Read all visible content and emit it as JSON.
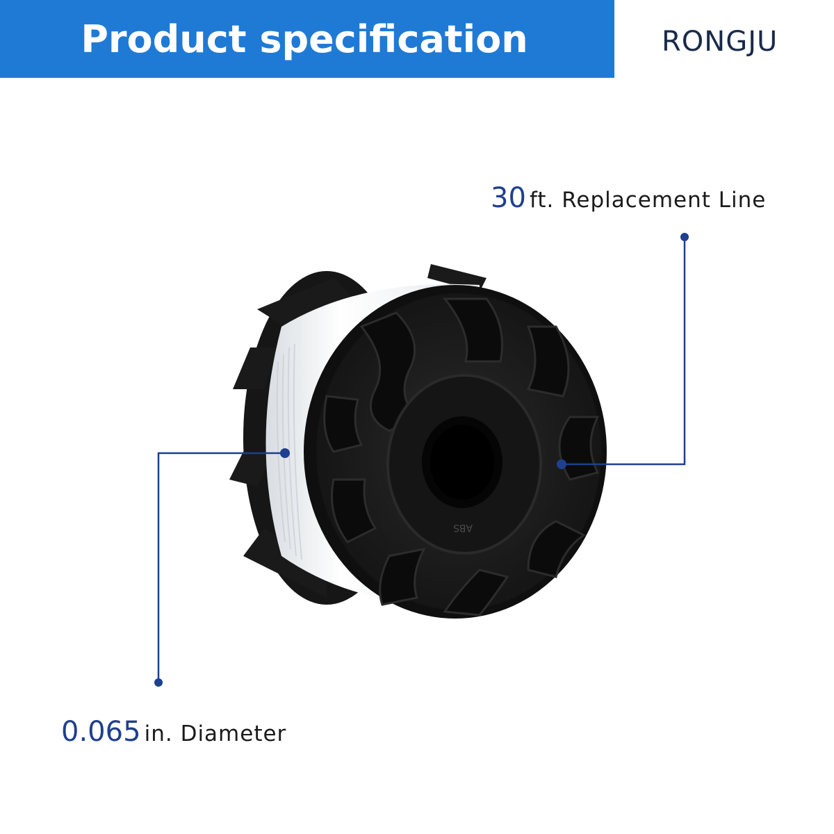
{
  "header": {
    "title": "Product specification",
    "brand": "RONGJU",
    "banner_color": "#1f7ad6"
  },
  "specs": [
    {
      "value": "30",
      "unit_label": "ft. Replacement Line"
    },
    {
      "value": "0.065",
      "unit_label": "in. Diameter"
    }
  ],
  "spool_marking": "ABS",
  "colors": {
    "accent": "#1f7ad6",
    "callout_line": "#1f3f8f",
    "spool_body": "#1b1b1b",
    "trimmer_line": "#f4f6f8"
  },
  "icons": {
    "product": "trimmer-line-spool-image"
  }
}
